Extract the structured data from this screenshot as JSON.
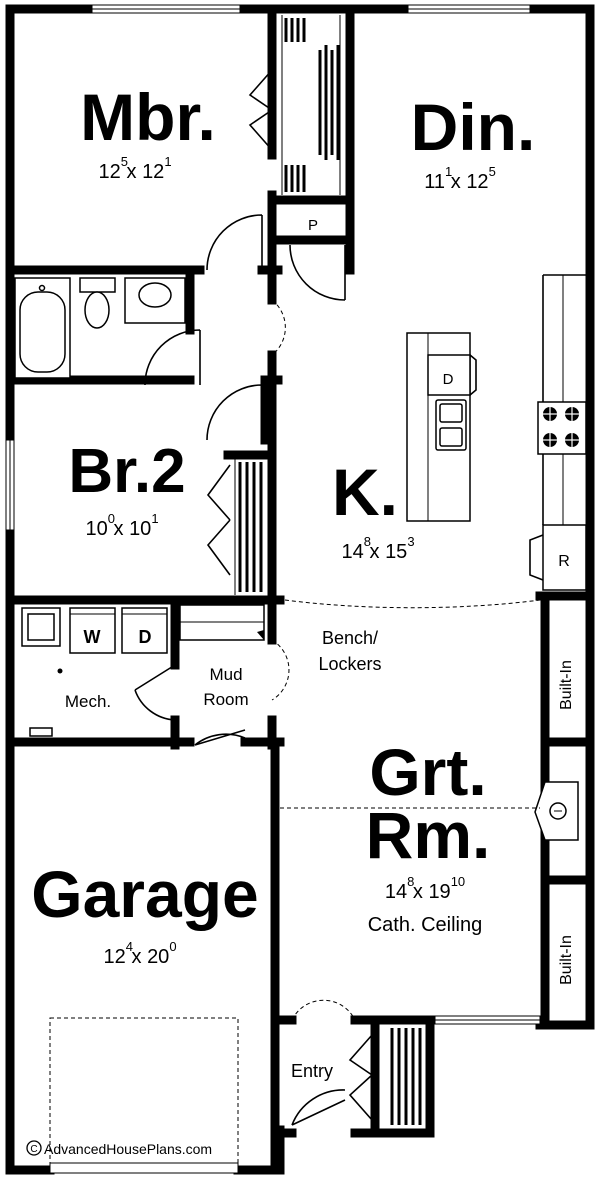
{
  "rooms": {
    "mbr": {
      "name": "Mbr.",
      "w": "12",
      "w_sup": "5",
      "h": "12",
      "h_sup": "1"
    },
    "din": {
      "name": "Din.",
      "w": "11",
      "w_sup": "1",
      "h": "12",
      "h_sup": "5"
    },
    "br2": {
      "name": "Br.2",
      "w": "10",
      "w_sup": "0",
      "h": "10",
      "h_sup": "1"
    },
    "kit": {
      "name": "K.",
      "w": "14",
      "w_sup": "8",
      "h": "15",
      "h_sup": "3"
    },
    "grt": {
      "name1": "Grt.",
      "name2": "Rm.",
      "w": "14",
      "w_sup": "8",
      "h": "19",
      "h_sup": "10",
      "note": "Cath. Ceiling"
    },
    "garage": {
      "name": "Garage",
      "w": "12",
      "w_sup": "4",
      "h": "20",
      "h_sup": "0"
    }
  },
  "small_labels": {
    "pantry": "P",
    "dishwasher": "D",
    "refrigerator": "R",
    "washer": "W",
    "dryer": "D",
    "mech": "Mech.",
    "mud1": "Mud",
    "mud2": "Room",
    "bench1": "Bench/",
    "bench2": "Lockers",
    "builtin_top": "Built-In",
    "builtin_bottom": "Built-In",
    "entry": "Entry",
    "times": "x"
  },
  "copyright": {
    "symbol": "C",
    "text": "AdvancedHousePlans.com"
  }
}
